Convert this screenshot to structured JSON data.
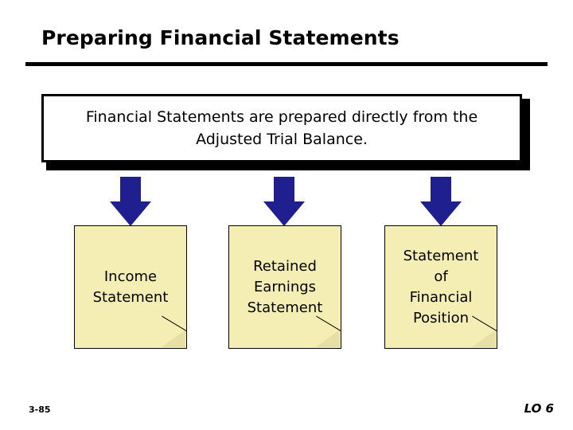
{
  "slide": {
    "title": "Preparing Financial Statements",
    "callout": {
      "line1": "Financial Statements are prepared directly from the",
      "line2": "Adjusted Trial Balance."
    },
    "cards": [
      {
        "name": "income-statement",
        "line1": "Income",
        "line2": "Statement",
        "line3": ""
      },
      {
        "name": "retained-earnings-statement",
        "line1": "Retained",
        "line2": "Earnings",
        "line3": "Statement"
      },
      {
        "name": "statement-of-financial-position",
        "line1": "Statement",
        "line2": "of",
        "line3": "Financial",
        "line4": "Position"
      }
    ],
    "footer": {
      "page_number": "3-85",
      "learning_objective": "LO 6"
    },
    "colors": {
      "card_fill": "#f5eeb4",
      "arrow": "#1f1f8f",
      "rule": "#000000",
      "background": "#ffffff"
    }
  }
}
